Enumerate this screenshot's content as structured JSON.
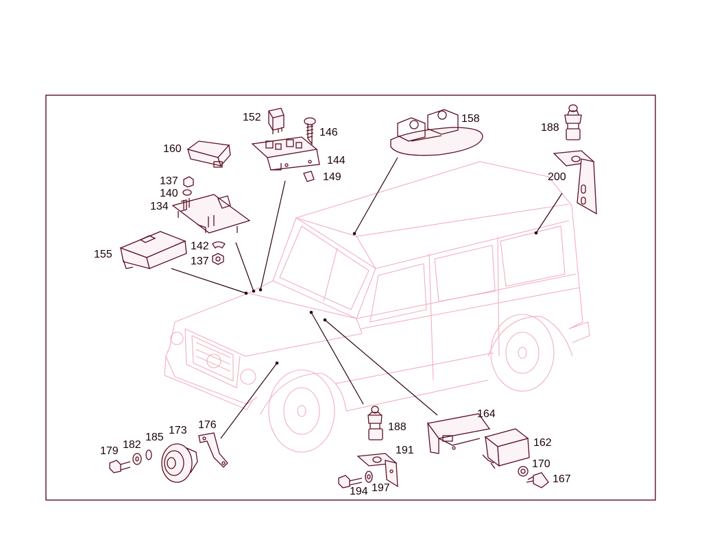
{
  "diagram": {
    "labels": {
      "l152": "152",
      "l146": "146",
      "l160": "160",
      "l144": "144",
      "l149": "149",
      "l137a": "137",
      "l140": "140",
      "l134": "134",
      "l155": "155",
      "l142": "142",
      "l137b": "137",
      "l158": "158",
      "l188a": "188",
      "l200": "200",
      "l164": "164",
      "l188b": "188",
      "l162": "162",
      "l191": "191",
      "l170": "170",
      "l167": "167",
      "l194": "194",
      "l197": "197",
      "l176": "176",
      "l173": "173",
      "l185": "185",
      "l182": "182",
      "l179": "179"
    },
    "colors": {
      "frame": "#5a0e22",
      "vehicle_outline": "#f1aebe",
      "part_outline": "#5a0e22",
      "text": "#1a0008"
    }
  }
}
